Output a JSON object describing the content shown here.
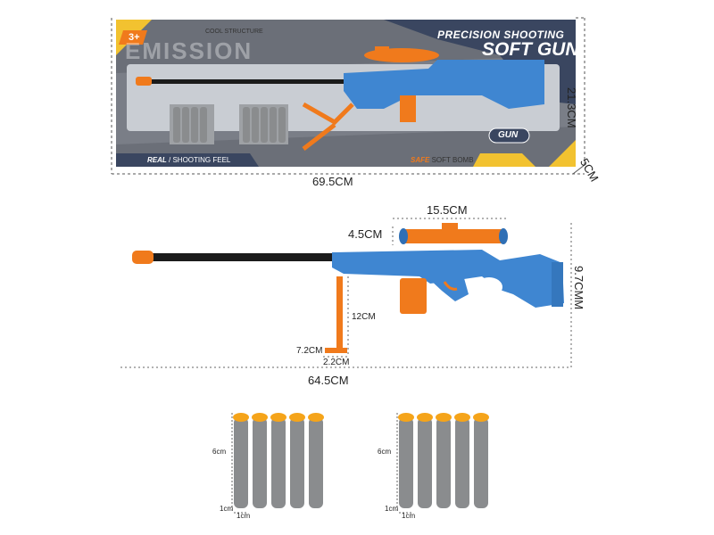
{
  "colors": {
    "gun_blue": "#3f86d1",
    "gun_orange": "#f07a1c",
    "barrel_black": "#1b1b1b",
    "box_gray": "#676b74",
    "box_navy": "#3a4660",
    "box_yellow": "#f2c230",
    "dart_gray": "#8a8c8e",
    "dart_tip": "#f5a41a"
  },
  "package": {
    "age_badge": "3+",
    "cool_structure": "COOL STRUCTURE",
    "bg_word": "EMISSION",
    "title_line1": "PRECISION SHOOTING",
    "title_line2": "SOFT GUN",
    "gun_badge": "GUN",
    "real_label": "REAL",
    "shooting_feel": "/ SHOOTING FEEL",
    "safe_label": "SAFE",
    "soft_bomb": "SOFT BOMB"
  },
  "box_dimensions": {
    "width": "69.5CM",
    "height": "21.3CM",
    "depth": "5CM"
  },
  "gun_dimensions": {
    "scope_length": "15.5CM",
    "scope_height": "4.5CM",
    "body_height": "9.7CMM",
    "bipod_height": "12CM",
    "bipod_foot_width": "7.2CM",
    "bipod_foot_depth": "2.2CM",
    "total_length": "64.5CM"
  },
  "darts": {
    "group_left": {
      "length": "6cm",
      "width": "1cm",
      "depth": "1cm",
      "count": 5
    },
    "group_right": {
      "length": "6cm",
      "width": "1cm",
      "depth": "1cm",
      "count": 5
    }
  }
}
